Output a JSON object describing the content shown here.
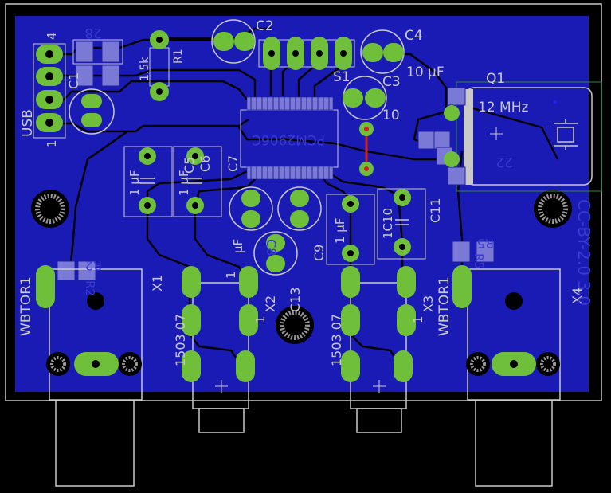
{
  "board": {
    "revision_text": "CC-BY-2.0 3.0",
    "colors": {
      "background": "#000000",
      "copper_bottom": "#1a1ab4",
      "trace": "#000000",
      "pad": "#6fbf3a",
      "silk": "#c9c9c9",
      "silk_dim": "#3a3ad0",
      "smd_pad": "#7a7ad6",
      "drill": "#000000",
      "red_trace": "#d02020"
    }
  },
  "labels": {
    "c2": "C2",
    "c4": "C4",
    "c3": "C3",
    "s1": "S1",
    "q1": "Q1",
    "r1": "R1",
    "r1_val": "1.5k",
    "c1": "C1",
    "usb": "USB",
    "usb_1": "1",
    "usb_4": "4",
    "num_28": "28",
    "ic_top": "PCM2906C",
    "c7": "C7",
    "c5": "C5",
    "c6": "C6",
    "uf_1": "1 μF",
    "uf_2": "1 μF",
    "uf_c4": "10 μF",
    "uf_c3": "10",
    "xtal": "12 MHz",
    "num_22": "22",
    "c11": "C11",
    "c9": "C9",
    "c10": "1C10",
    "uf_c9": "1 μF",
    "uf_c13": "μF",
    "c13": "C13",
    "c8": "C8",
    "r2": "R2",
    "r2b": "R2",
    "r5": "R5",
    "r5b": "R5",
    "wbtor1_left": "WBTOR1",
    "wbtor1_right": "WBTOR1",
    "x1": "X1",
    "x2": "X2",
    "x3": "X3",
    "x4": "X4",
    "j1": "1503 07",
    "j2": "1503 07",
    "one_a": "1",
    "one_b": "1",
    "one_c": "1"
  }
}
